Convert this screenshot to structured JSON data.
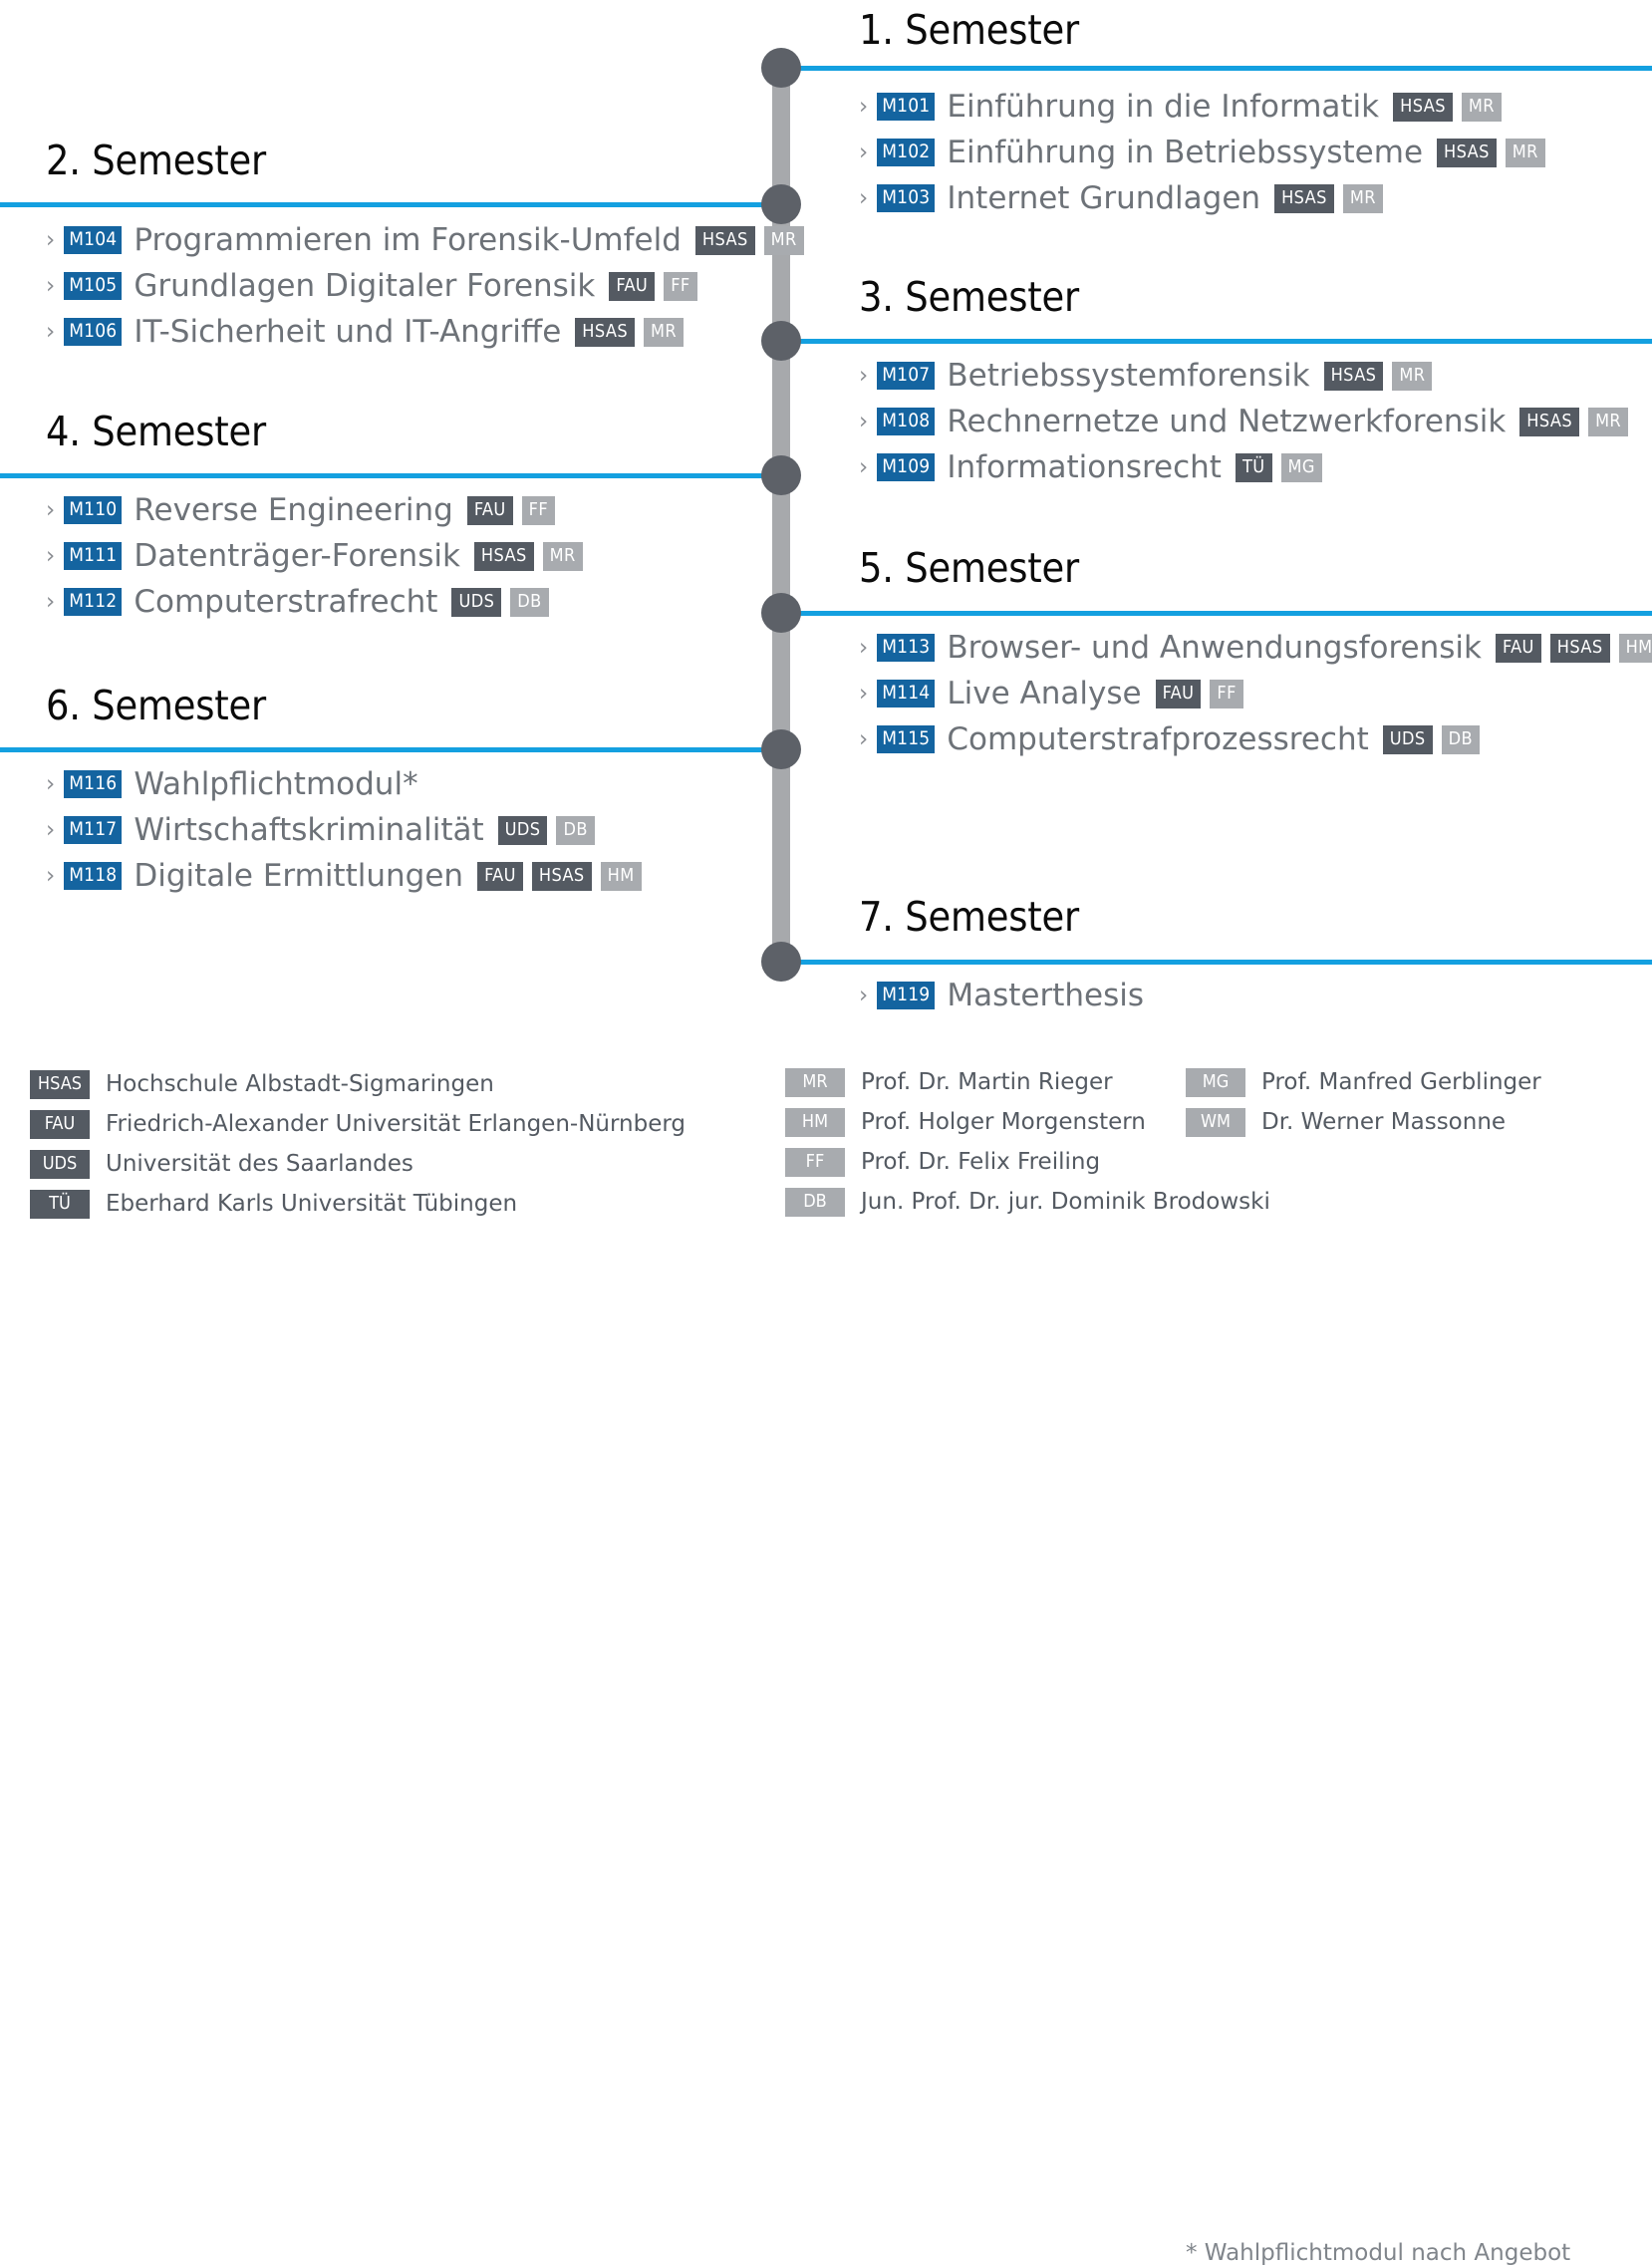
{
  "colors": {
    "accent_blue": "#14a0e0",
    "code_blue": "#1464a0",
    "spine_gray": "#a7a9ac",
    "node_gray": "#5d6168",
    "tag_dark": "#545a62",
    "tag_light": "#a8abaf",
    "module_text": "#6d7278"
  },
  "chevron": "›",
  "semesters": [
    {
      "title": "1. Semester",
      "side": "right",
      "modules": [
        {
          "code": "M101",
          "name": "Einführung in die Informatik",
          "tags": [
            {
              "text": "HSAS",
              "kind": "uni"
            },
            {
              "text": "MR",
              "kind": "prof"
            }
          ]
        },
        {
          "code": "M102",
          "name": "Einführung in Betriebssysteme",
          "tags": [
            {
              "text": "HSAS",
              "kind": "uni"
            },
            {
              "text": "MR",
              "kind": "prof"
            }
          ]
        },
        {
          "code": "M103",
          "name": "Internet Grundlagen",
          "tags": [
            {
              "text": "HSAS",
              "kind": "uni"
            },
            {
              "text": "MR",
              "kind": "prof"
            }
          ]
        }
      ]
    },
    {
      "title": "2. Semester",
      "side": "left",
      "modules": [
        {
          "code": "M104",
          "name": "Programmieren im Forensik-Umfeld",
          "tags": [
            {
              "text": "HSAS",
              "kind": "uni"
            },
            {
              "text": "MR",
              "kind": "prof"
            }
          ]
        },
        {
          "code": "M105",
          "name": "Grundlagen Digitaler Forensik",
          "tags": [
            {
              "text": "FAU",
              "kind": "uni"
            },
            {
              "text": "FF",
              "kind": "prof"
            }
          ]
        },
        {
          "code": "M106",
          "name": "IT-Sicherheit und IT-Angriffe",
          "tags": [
            {
              "text": "HSAS",
              "kind": "uni"
            },
            {
              "text": "MR",
              "kind": "prof"
            }
          ]
        }
      ]
    },
    {
      "title": "3. Semester",
      "side": "right",
      "modules": [
        {
          "code": "M107",
          "name": "Betriebssystemforensik",
          "tags": [
            {
              "text": "HSAS",
              "kind": "uni"
            },
            {
              "text": "MR",
              "kind": "prof"
            }
          ]
        },
        {
          "code": "M108",
          "name": "Rechnernetze und Netzwerkforensik",
          "tags": [
            {
              "text": "HSAS",
              "kind": "uni"
            },
            {
              "text": "MR",
              "kind": "prof"
            }
          ]
        },
        {
          "code": "M109",
          "name": "Informationsrecht",
          "tags": [
            {
              "text": "TÜ",
              "kind": "uni"
            },
            {
              "text": "MG",
              "kind": "prof"
            }
          ]
        }
      ]
    },
    {
      "title": "4. Semester",
      "side": "left",
      "modules": [
        {
          "code": "M110",
          "name": "Reverse Engineering",
          "tags": [
            {
              "text": "FAU",
              "kind": "uni"
            },
            {
              "text": "FF",
              "kind": "prof"
            }
          ]
        },
        {
          "code": "M111",
          "name": "Datenträger-Forensik",
          "tags": [
            {
              "text": "HSAS",
              "kind": "uni"
            },
            {
              "text": "MR",
              "kind": "prof"
            }
          ]
        },
        {
          "code": "M112",
          "name": "Computerstrafrecht",
          "tags": [
            {
              "text": "UDS",
              "kind": "uni"
            },
            {
              "text": "DB",
              "kind": "prof"
            }
          ]
        }
      ]
    },
    {
      "title": "5. Semester",
      "side": "right",
      "modules": [
        {
          "code": "M113",
          "name": "Browser- und Anwendungsforensik",
          "tags": [
            {
              "text": "FAU",
              "kind": "uni"
            },
            {
              "text": "HSAS",
              "kind": "uni"
            },
            {
              "text": "HM",
              "kind": "prof"
            }
          ]
        },
        {
          "code": "M114",
          "name": "Live Analyse",
          "tags": [
            {
              "text": "FAU",
              "kind": "uni"
            },
            {
              "text": "FF",
              "kind": "prof"
            }
          ]
        },
        {
          "code": "M115",
          "name": "Computerstrafprozessrecht",
          "tags": [
            {
              "text": "UDS",
              "kind": "uni"
            },
            {
              "text": "DB",
              "kind": "prof"
            }
          ]
        }
      ]
    },
    {
      "title": "6. Semester",
      "side": "left",
      "modules": [
        {
          "code": "M116",
          "name": "Wahlpflichtmodul*",
          "tags": []
        },
        {
          "code": "M117",
          "name": "Wirtschaftskriminalität",
          "tags": [
            {
              "text": "UDS",
              "kind": "uni"
            },
            {
              "text": "DB",
              "kind": "prof"
            }
          ]
        },
        {
          "code": "M118",
          "name": "Digitale Ermittlungen",
          "tags": [
            {
              "text": "FAU",
              "kind": "uni"
            },
            {
              "text": "HSAS",
              "kind": "uni"
            },
            {
              "text": "HM",
              "kind": "prof"
            }
          ]
        }
      ]
    },
    {
      "title": "7. Semester",
      "side": "right",
      "modules": [
        {
          "code": "M119",
          "name": "Masterthesis",
          "tags": []
        }
      ]
    }
  ],
  "legend": {
    "universities": [
      {
        "abbr": "HSAS",
        "label": "Hochschule Albstadt-Sigmaringen"
      },
      {
        "abbr": "FAU",
        "label": "Friedrich-Alexander Universität Erlangen-Nürnberg"
      },
      {
        "abbr": "UDS",
        "label": "Universität des Saarlandes"
      },
      {
        "abbr": "TÜ",
        "label": "Eberhard Karls Universität Tübingen"
      }
    ],
    "professors_col1": [
      {
        "abbr": "MR",
        "label": "Prof. Dr. Martin Rieger"
      },
      {
        "abbr": "HM",
        "label": "Prof. Holger Morgenstern"
      },
      {
        "abbr": "FF",
        "label": "Prof. Dr. Felix Freiling"
      },
      {
        "abbr": "DB",
        "label": "Jun. Prof. Dr. jur. Dominik Brodowski"
      }
    ],
    "professors_col2": [
      {
        "abbr": "MG",
        "label": "Prof. Manfred Gerblinger"
      },
      {
        "abbr": "WM",
        "label": "Dr. Werner Massonne"
      }
    ],
    "footnote": "* Wahlpflichtmodul nach Angebot"
  }
}
